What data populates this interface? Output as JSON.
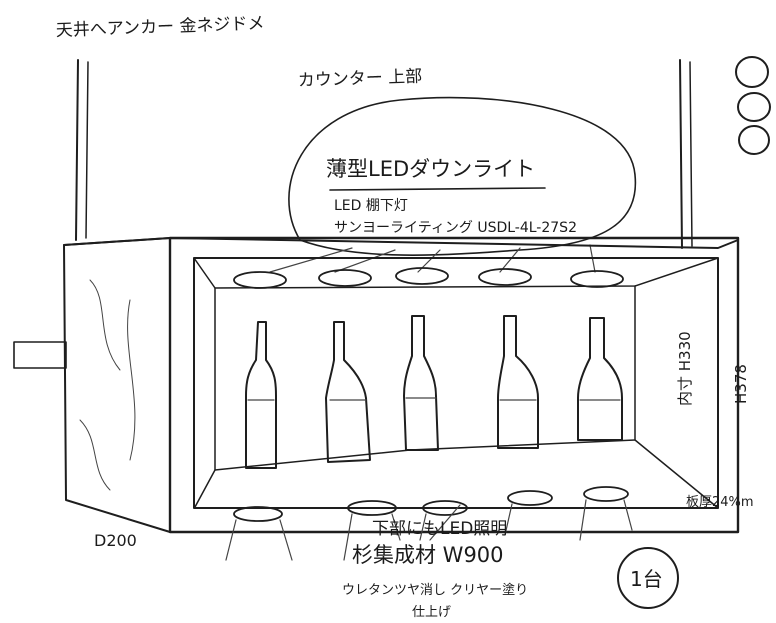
{
  "notes": {
    "top_left": "天井へアンカー 金ネジドメ",
    "counter_top": "カウンター 上部",
    "callout_title": "薄型LEDダウンライト",
    "callout_line1": "LED 棚下灯",
    "callout_line2": "サンヨーライティング USDL-4L-27S2",
    "height_inner": "内寸 H330",
    "height_outer": "H378",
    "depth": "D200",
    "bottom_led": "下部にもLED照明",
    "material": "杉集成材 W900",
    "finish_line1": "ウレタンツヤ消し クリヤー塗り",
    "finish_line2": "仕上げ",
    "board_thickness": "板厚24%m",
    "quantity": "1台"
  },
  "colors": {
    "ink": "#1e1e1e",
    "paper": "#ffffff"
  },
  "counts": {
    "bottles": 5,
    "top_downlights": 5,
    "bottom_downlights": 5
  }
}
